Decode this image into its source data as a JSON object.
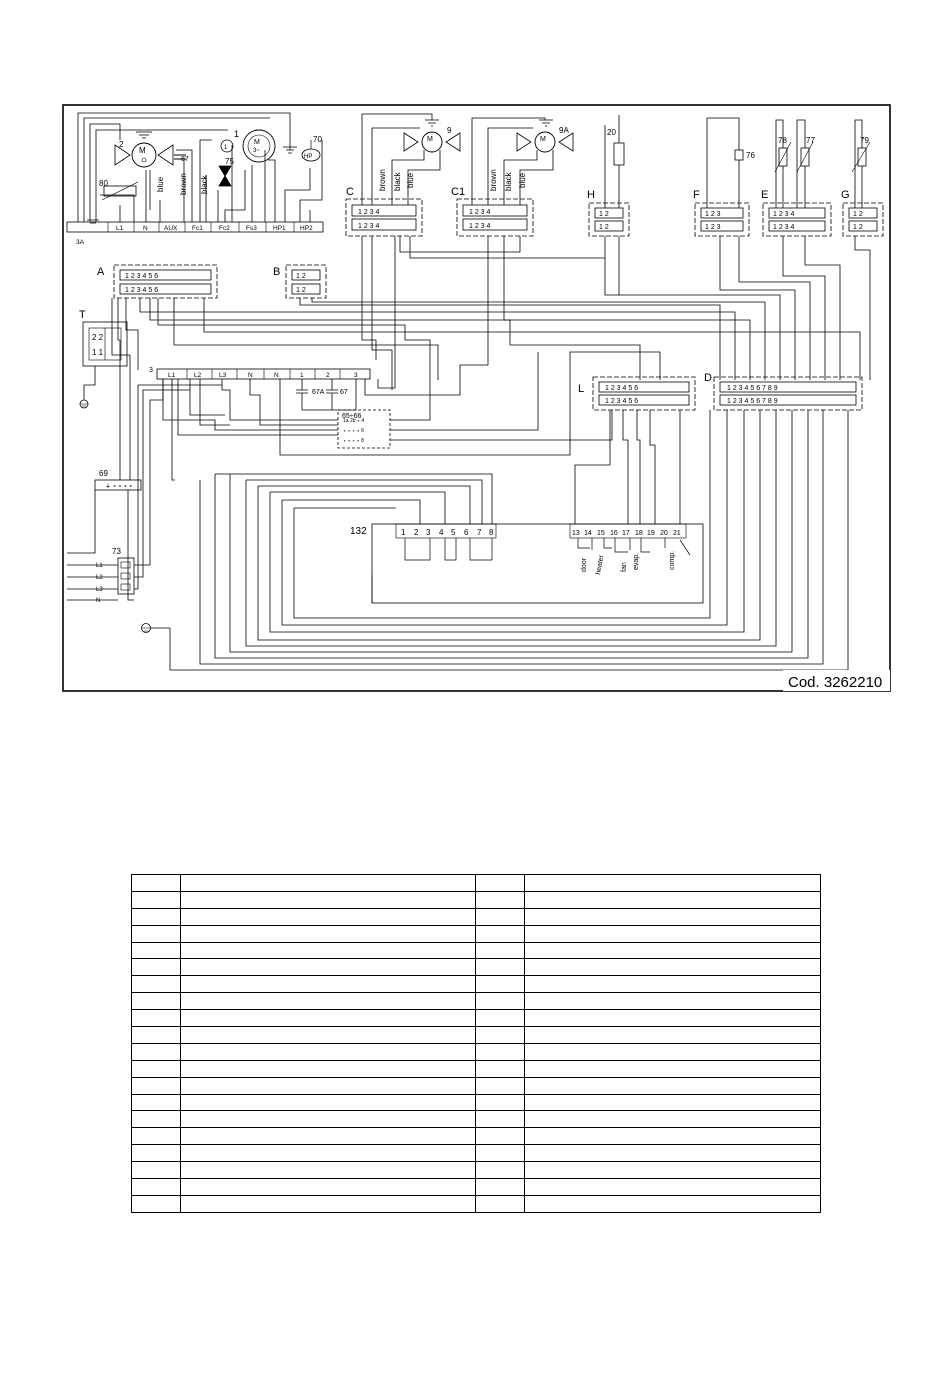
{
  "code": "Cod. 3262210",
  "term_labels": [
    "3A",
    "L1",
    "N",
    "AUX",
    "Fc1",
    "Fc2",
    "Fs3",
    "HP1",
    "HP2"
  ],
  "term2_labels": [
    "L1",
    "L2",
    "L3",
    "N",
    "N",
    "1",
    "2",
    "3"
  ],
  "conn": {
    "A": "A",
    "B": "B",
    "C": "C",
    "C1": "C1",
    "H": "H",
    "F": "F",
    "E": "E",
    "G": "G",
    "T": "T",
    "L": "L",
    "D": "D",
    "blk3": "3"
  },
  "comp": {
    "c2": "2",
    "c87": "87",
    "c75": "75",
    "c1": "1",
    "c70": "70",
    "c80": "80",
    "c9": "9",
    "c9a": "9A",
    "c20": "20",
    "c76": "76",
    "c78": "78",
    "c77": "77",
    "c79": "79",
    "c67a": "67A",
    "c67": "67",
    "c6566": "65÷66",
    "c69": "69",
    "c73": "73",
    "c132": "132"
  },
  "wires": {
    "blue1": "blue",
    "brown1": "brown",
    "black1": "black",
    "brown_c": "brown",
    "black_c": "black",
    "blue_c": "blue",
    "brown_c1": "brown",
    "black_c1": "black",
    "blue_c1": "blue"
  },
  "mains": [
    "L1",
    "L2",
    "L3",
    "N"
  ],
  "board_top": [
    "1",
    "2",
    "3",
    "4",
    "5",
    "6",
    "7",
    "8"
  ],
  "board_right": [
    "13",
    "14",
    "15",
    "16",
    "17",
    "18",
    "19",
    "20",
    "21"
  ],
  "board_funcs": [
    "door",
    "heater",
    "fan",
    "evap.",
    "comp."
  ],
  "table_rows": 20
}
